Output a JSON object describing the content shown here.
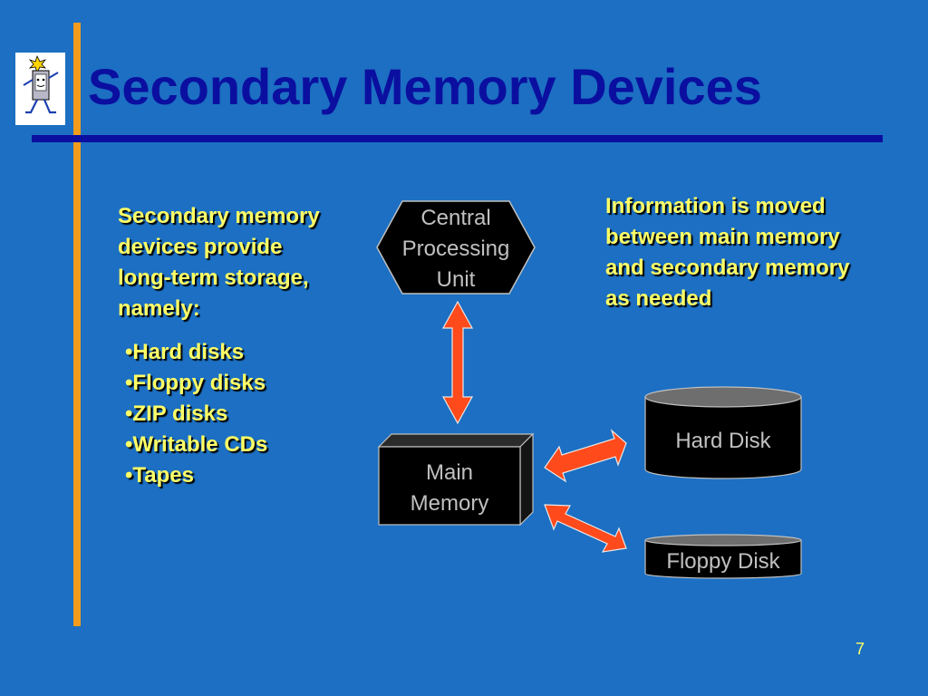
{
  "slide": {
    "title": "Secondary Memory Devices",
    "page_number": "7"
  },
  "left_text": {
    "intro_lines": [
      "Secondary memory",
      "devices provide",
      "long-term storage,",
      "namely:"
    ],
    "devices": [
      "•Hard disks",
      "•Floppy disks",
      "•ZIP disks",
      "•Writable CDs",
      "•Tapes"
    ]
  },
  "right_text": {
    "info_lines": [
      "Information is moved",
      "between main memory",
      "and secondary memory",
      "as needed"
    ]
  },
  "diagram": {
    "cpu_lines": [
      "Central",
      "Processing",
      "Unit"
    ],
    "main_memory_lines": [
      "Main",
      "Memory"
    ],
    "hard_disk": "Hard Disk",
    "floppy_disk": "Floppy Disk"
  },
  "colors": {
    "background": "#1c6fc2",
    "title": "#0b0fa0",
    "accent_bar": "#f39c1c",
    "body_text": "#ffff66",
    "arrow": "#ff4a1c",
    "device_fill": "#000000",
    "device_label": "#c0c0c0"
  },
  "icons": {
    "logo": "cartoon-computer-mascot"
  }
}
